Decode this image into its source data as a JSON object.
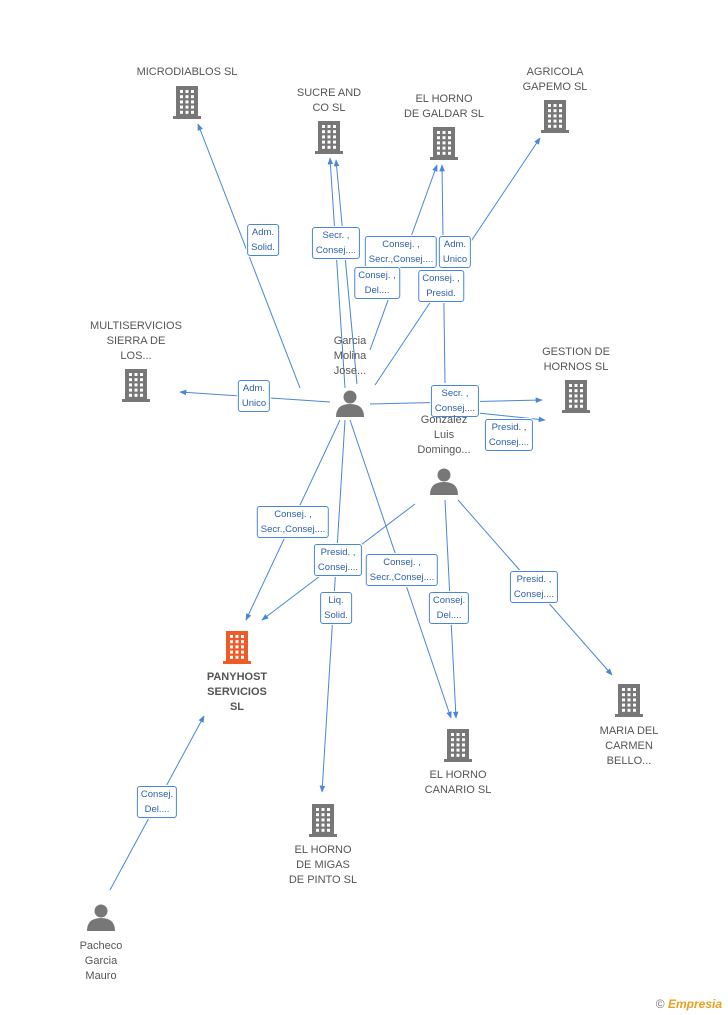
{
  "nodes": {
    "microdiablos": {
      "label": "MICRODIABLOS SL",
      "type": "company"
    },
    "sucre": {
      "label": "SUCRE AND\nCO SL",
      "type": "company"
    },
    "horno_galdar": {
      "label": "EL HORNO\nDE GALDAR SL",
      "type": "company"
    },
    "agricola": {
      "label": "AGRICOLA\nGAPEMO  SL",
      "type": "company"
    },
    "multiservicios": {
      "label": "MULTISERVICIOS\nSIERRA DE\nLOS...",
      "type": "company"
    },
    "gestion": {
      "label": "GESTION DE\nHORNOS SL",
      "type": "company"
    },
    "garcia": {
      "label": "Garcia\nMolina\nJose...",
      "type": "person"
    },
    "gonzalez": {
      "label": "Gonzalez\nLuis\nDomingo...",
      "type": "person"
    },
    "panyhost": {
      "label": "PANYHOST\nSERVICIOS\nSL",
      "type": "company-main"
    },
    "horno_canario": {
      "label": "EL HORNO\nCANARIO SL",
      "type": "company"
    },
    "maria": {
      "label": "MARIA DEL\nCARMEN\nBELLO...",
      "type": "company"
    },
    "horno_migas": {
      "label": "EL HORNO\nDE MIGAS\nDE PINTO SL",
      "type": "company"
    },
    "pacheco": {
      "label": "Pacheco\nGarcia\nMauro",
      "type": "person"
    }
  },
  "edges": [
    {
      "label": "Adm.\nSolid."
    },
    {
      "label": "Secr. ,\nConsej...."
    },
    {
      "label": "Consej. ,\nSecr.,Consej...."
    },
    {
      "label": "Adm.\nUnico"
    },
    {
      "label": "Consej. ,\nDel...."
    },
    {
      "label": "Consej. ,\nPresid."
    },
    {
      "label": "Adm.\nUnico"
    },
    {
      "label": "Secr. ,\nConsej...."
    },
    {
      "label": "Presid. ,\nConsej...."
    },
    {
      "label": "Consej. ,\nSecr.,Consej...."
    },
    {
      "label": "Presid. ,\nConsej...."
    },
    {
      "label": "Consej. ,\nSecr.,Consej...."
    },
    {
      "label": "Liq.\nSolid."
    },
    {
      "label": "Consej.\nDel...."
    },
    {
      "label": "Presid. ,\nConsej...."
    },
    {
      "label": "Consej.\nDel...."
    }
  ],
  "colors": {
    "edge": "#4a86d8",
    "icon": "#777777",
    "main_icon": "#f05a28"
  },
  "watermark": {
    "symbol": "©",
    "brand": "Empresia"
  }
}
